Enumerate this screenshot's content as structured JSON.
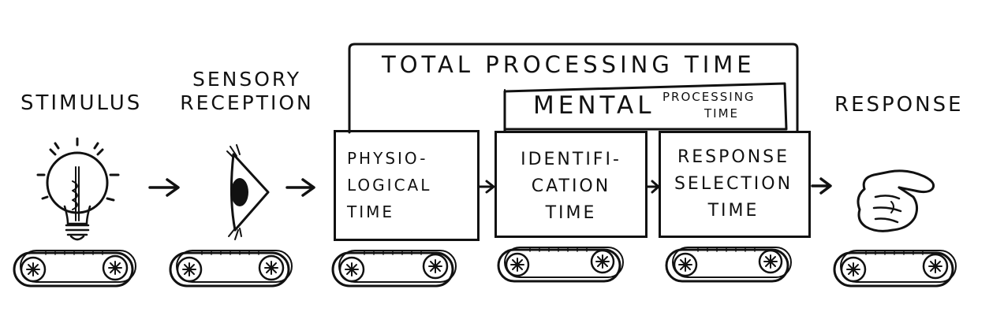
{
  "labels": {
    "stimulus": "STIMULUS",
    "sensory_line1": "SENSORY",
    "sensory_line2": "RECEPTION",
    "response": "RESPONSE",
    "total_processing_time": "TOTAL PROCESSING TIME",
    "mental": "MENTAL",
    "processing": "PROCESSING",
    "time": "TIME"
  },
  "stages": [
    {
      "id": "physiological",
      "text": "PHYSIO-\nLOGICAL\nTIME"
    },
    {
      "id": "identification",
      "text": "IDENTIFI-\nCATION\nTIME"
    },
    {
      "id": "response-selection",
      "text": "RESPONSE\nSELECTION\nTIME"
    }
  ],
  "icons": {
    "stimulus": "lightbulb-icon",
    "sensory": "eye-icon",
    "response": "pointing-hand-icon",
    "belt": "conveyor-belt-icon",
    "arrow": "arrow-right-icon"
  }
}
